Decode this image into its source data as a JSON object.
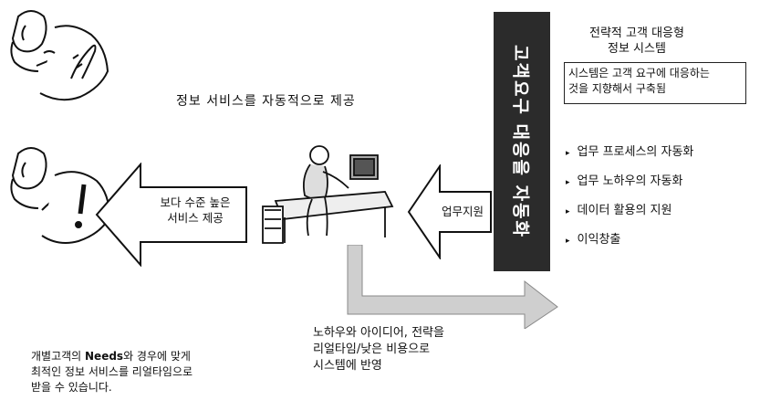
{
  "top_caption": "정보 서비스를 자동적으로 제공",
  "left_arrow_label_line1": "보다 수준 높은",
  "left_arrow_label_line2": "서비스 제공",
  "mid_arrow_label": "업무지원",
  "vertical_banner": "고객요구 대응을 자동화",
  "right_title_line1": "전략적 고객 대응형",
  "right_title_line2": "정보 시스템",
  "right_box_line1": "시스템은 고객 요구에 대응하는",
  "right_box_line2": "것을 지향해서 구축됨",
  "bullets": [
    "업무 프로세스의 자동화",
    "업무 노하우의 자동화",
    "데이터 활용의 지원",
    "이익창출"
  ],
  "bottom_center_line1": "노하우와 아이디어, 전략을",
  "bottom_center_line2": "리얼타임/낮은 비용으로",
  "bottom_center_line3": "시스템에 반영",
  "bottom_left_line1_prefix": "개별고객의 ",
  "bottom_left_line1_bold": "Needs",
  "bottom_left_line1_suffix": "와 경우에 맞게",
  "bottom_left_line2": "최적인 정보 서비스를 리얼타임으로",
  "bottom_left_line3": "받을 수 있습니다."
}
